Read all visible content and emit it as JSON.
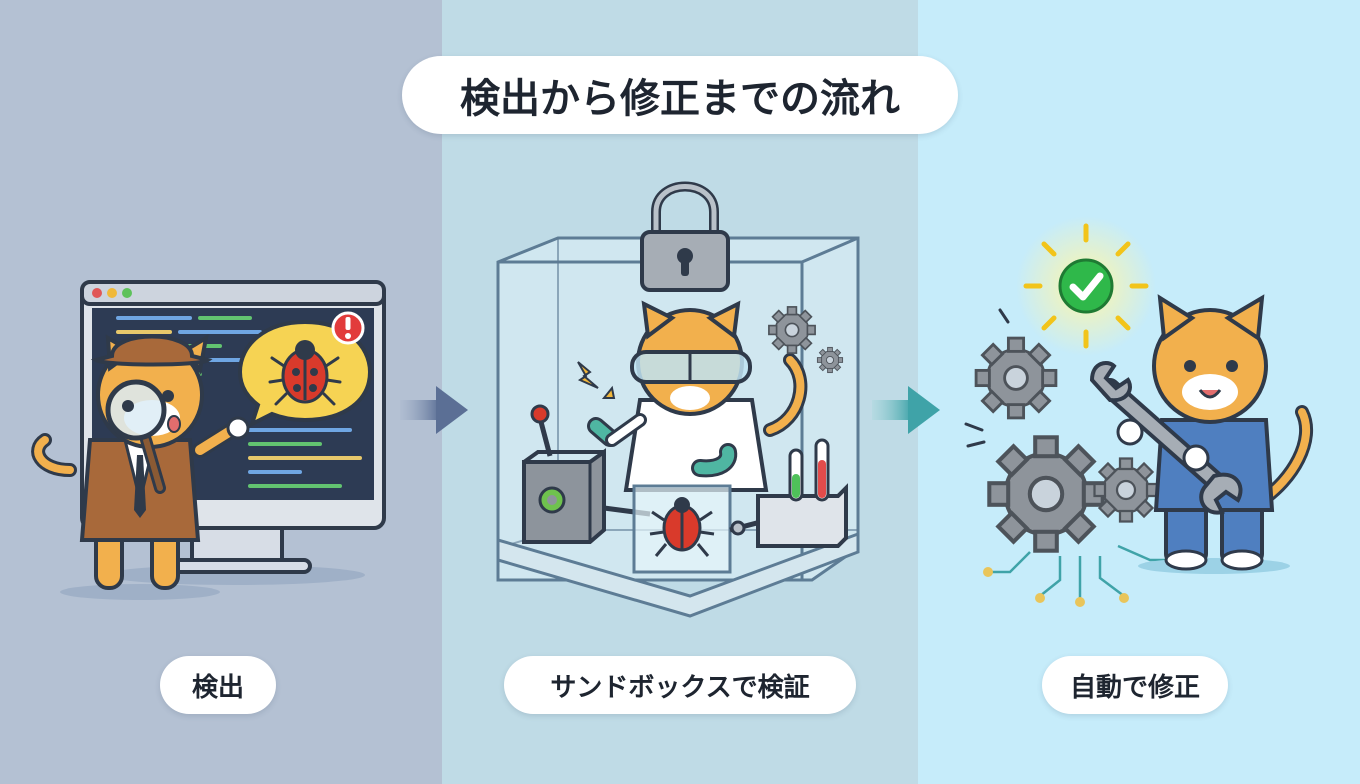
{
  "title": "検出から修正までの流れ",
  "steps": [
    {
      "label": "検出"
    },
    {
      "label": "サンドボックスで検証"
    },
    {
      "label": "自動で修正"
    }
  ],
  "colors": {
    "panel_detect": "#b4c1d3",
    "panel_verify": "#bfdbe6",
    "panel_fix": "#c6ecfa",
    "arrow_dark": "#5b6f95",
    "arrow_teal": "#3fa3a8",
    "cat_orange": "#f2b04d",
    "bug_red": "#d93a2b",
    "check_green": "#2fb84a"
  },
  "icons": [
    "monitor-icon",
    "detective-cat-icon",
    "magnifier-icon",
    "bug-alert-icon",
    "lock-icon",
    "glass-sandbox-icon",
    "scientist-cat-icon",
    "test-tube-icon",
    "gear-icon",
    "check-icon",
    "wrench-icon",
    "mechanic-cat-icon",
    "arrow-right-icon"
  ]
}
